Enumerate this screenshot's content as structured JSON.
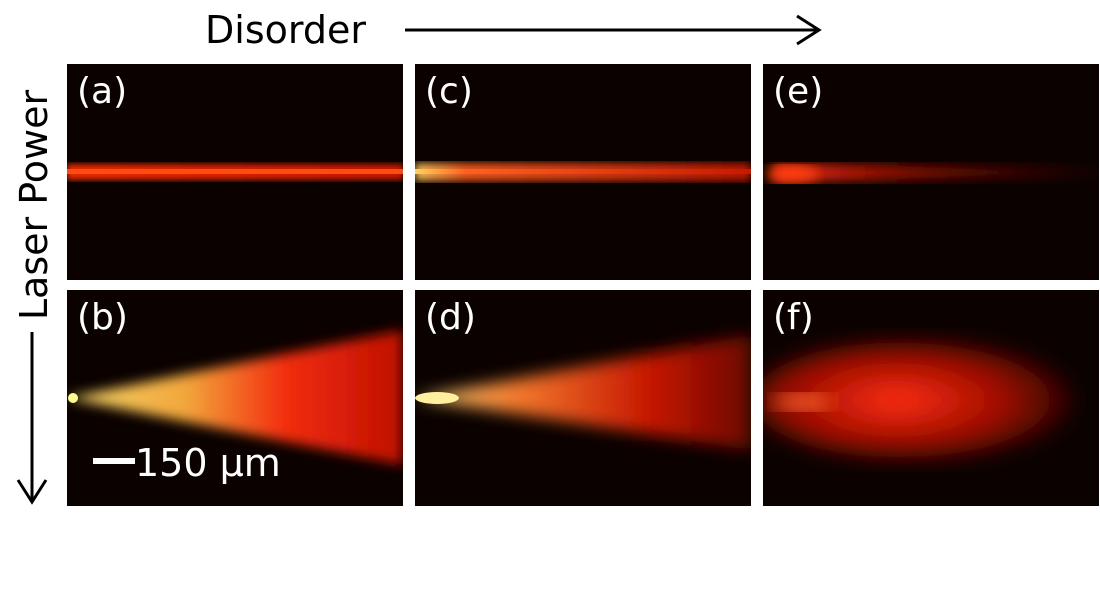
{
  "figure": {
    "x_axis_label": "Disorder",
    "y_axis_label": "Laser Power",
    "panels": [
      {
        "id": "a",
        "label": "(a)"
      },
      {
        "id": "b",
        "label": "(b)"
      },
      {
        "id": "c",
        "label": "(c)"
      },
      {
        "id": "d",
        "label": "(d)"
      },
      {
        "id": "e",
        "label": "(e)"
      },
      {
        "id": "f",
        "label": "(f)"
      }
    ],
    "scale_bar_label": "150 µm",
    "colors": {
      "background": "#0b0200",
      "glow_dim": "#d81a00",
      "glow_bright": "#ffd060",
      "text": "#ffffff"
    }
  }
}
